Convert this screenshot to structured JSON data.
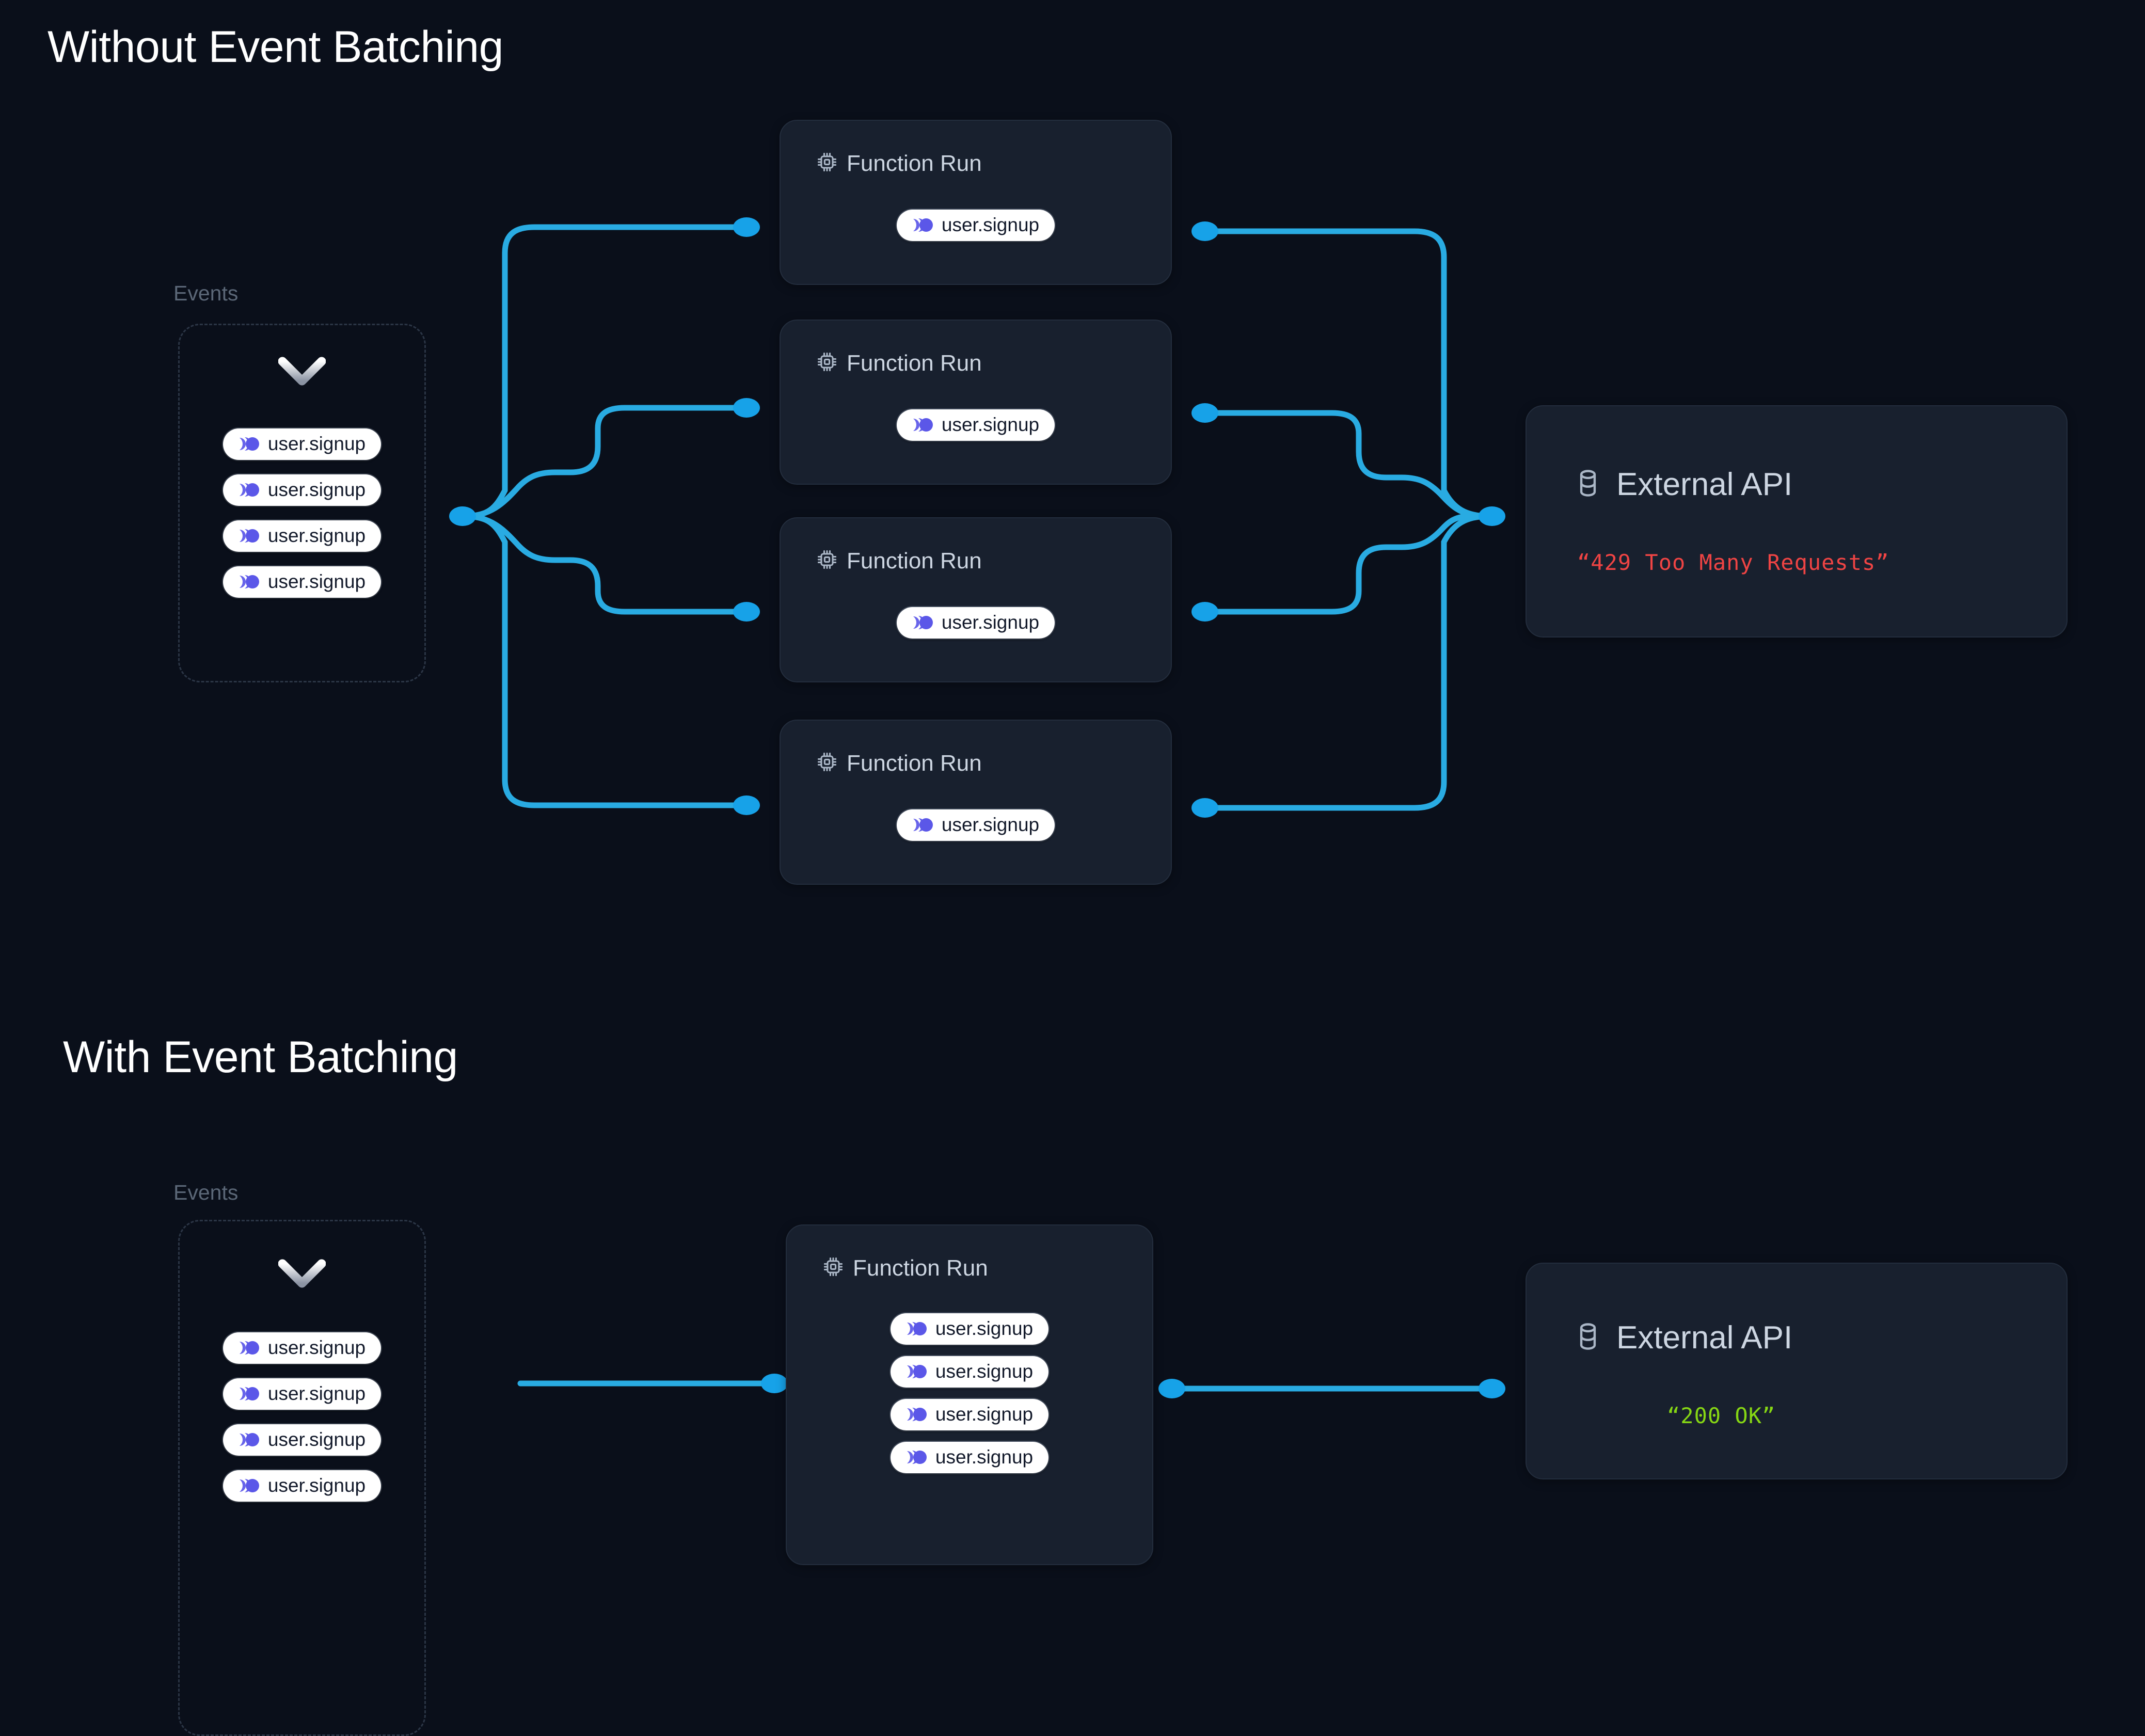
{
  "page": {
    "background_color": "#0a0f1a",
    "accent_wire_color": "#29ABE2",
    "event_icon_color": "#5b57e8"
  },
  "sections": [
    {
      "id": "without",
      "title": "Without Event Batching",
      "events_group": {
        "label": "Events",
        "chevron_icon": "chevron-down-icon",
        "events": [
          {
            "icon": "event-trail-icon",
            "name": "user.signup"
          },
          {
            "icon": "event-trail-icon",
            "name": "user.signup"
          },
          {
            "icon": "event-trail-icon",
            "name": "user.signup"
          },
          {
            "icon": "event-trail-icon",
            "name": "user.signup"
          }
        ]
      },
      "function_runs": [
        {
          "icon": "cpu-chip-icon",
          "title": "Function Run",
          "events": [
            {
              "name": "user.signup"
            }
          ]
        },
        {
          "icon": "cpu-chip-icon",
          "title": "Function Run",
          "events": [
            {
              "name": "user.signup"
            }
          ]
        },
        {
          "icon": "cpu-chip-icon",
          "title": "Function Run",
          "events": [
            {
              "name": "user.signup"
            }
          ]
        },
        {
          "icon": "cpu-chip-icon",
          "title": "Function Run",
          "events": [
            {
              "name": "user.signup"
            }
          ]
        }
      ],
      "external_api": {
        "icon": "database-icon",
        "title": "External API",
        "status_text": "“429 Too Many Requests”",
        "status_color": "#ef4444"
      }
    },
    {
      "id": "with",
      "title": "With Event Batching",
      "events_group": {
        "label": "Events",
        "chevron_icon": "chevron-down-icon",
        "events": [
          {
            "icon": "event-trail-icon",
            "name": "user.signup"
          },
          {
            "icon": "event-trail-icon",
            "name": "user.signup"
          },
          {
            "icon": "event-trail-icon",
            "name": "user.signup"
          },
          {
            "icon": "event-trail-icon",
            "name": "user.signup"
          }
        ]
      },
      "function_runs": [
        {
          "icon": "cpu-chip-icon",
          "title": "Function Run",
          "events": [
            {
              "name": "user.signup"
            },
            {
              "name": "user.signup"
            },
            {
              "name": "user.signup"
            },
            {
              "name": "user.signup"
            }
          ]
        }
      ],
      "external_api": {
        "icon": "database-icon",
        "title": "External API",
        "status_text": "“200 OK”",
        "status_color": "#86d614"
      }
    }
  ]
}
